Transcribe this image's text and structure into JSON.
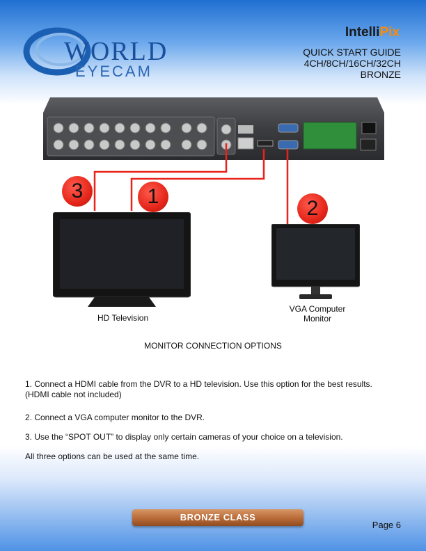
{
  "header": {
    "logo": {
      "word_world": "WORLD",
      "word_eyecam": "EYECAM"
    },
    "brand_intelli": "Intelli",
    "brand_pix": "Pix",
    "guide_title": "QUICK START GUIDE",
    "channels": "4CH/8CH/16CH/32CH",
    "edition": "BRONZE"
  },
  "diagram": {
    "callout_3": "3",
    "callout_1": "1",
    "callout_2": "2",
    "tv_label": "HD Television",
    "monitor_label_line1": "VGA Computer",
    "monitor_label_line2": "Monitor",
    "caption": "MONITOR CONNECTION OPTIONS"
  },
  "instructions": {
    "step1_line1": "1. Connect a HDMI cable from the DVR to a HD television. Use this option for the best results.",
    "step1_line2": "(HDMI cable not included)",
    "step2": "2. Connect a VGA computer monitor to the DVR.",
    "step3": "3. Use the “SPOT OUT” to display only certain cameras of your choice on a television.",
    "note": "All three options can be used at the same time."
  },
  "footer": {
    "class_badge": "BRONZE CLASS",
    "page": "Page 6"
  },
  "colors": {
    "cable": "#e8231a",
    "accent_orange": "#ff8a00",
    "badge": "#b86a36",
    "header_blue": "#1f6fd1"
  }
}
